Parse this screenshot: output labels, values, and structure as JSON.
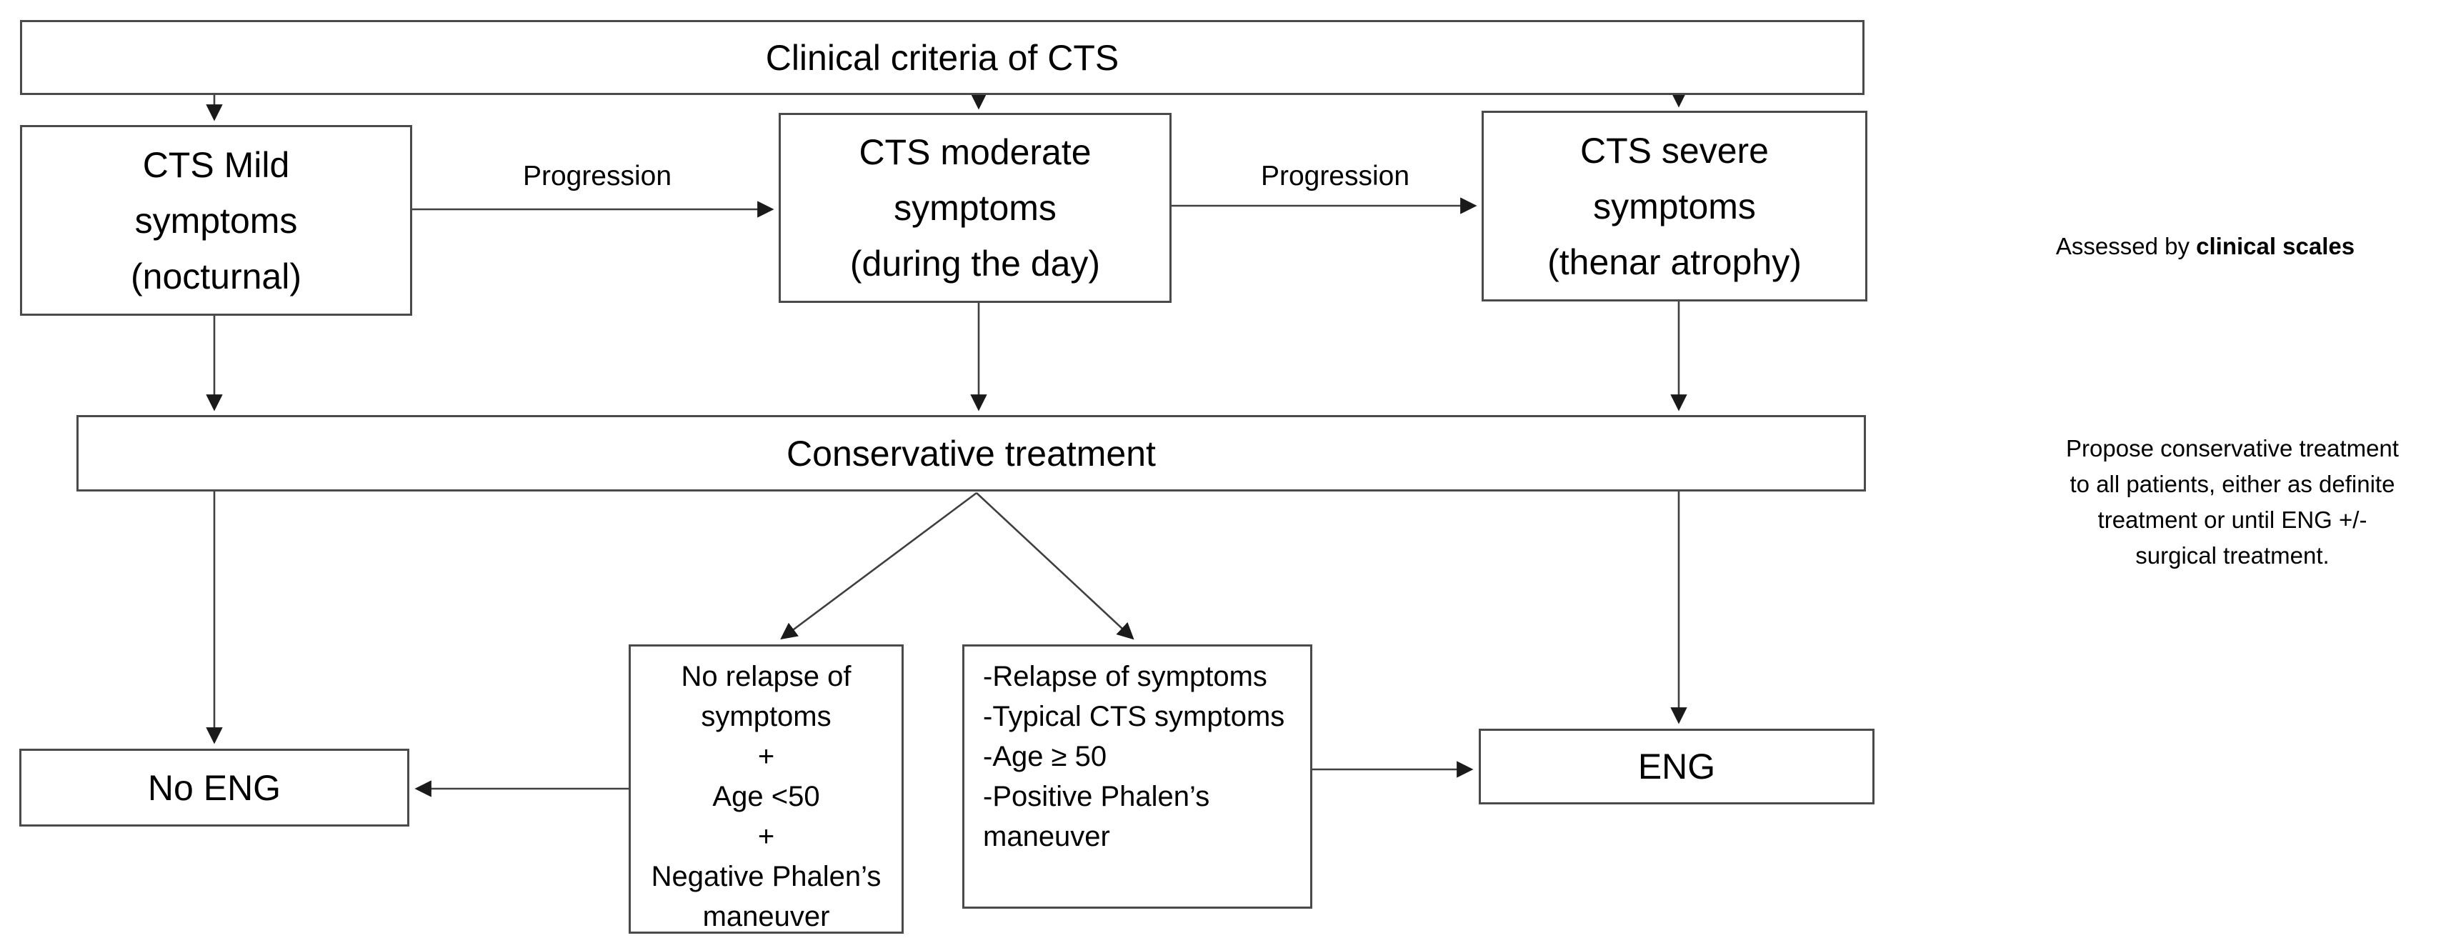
{
  "title_box": "Clinical criteria of CTS",
  "boxes": {
    "mild": [
      "CTS Mild",
      "symptoms",
      "(nocturnal)"
    ],
    "moderate": [
      "CTS moderate",
      "symptoms",
      "(during the day)"
    ],
    "severe": [
      "CTS severe",
      "symptoms",
      "(thenar atrophy)"
    ],
    "conservative": "Conservative treatment",
    "no_relapse": [
      "No relapse of",
      "symptoms",
      "+",
      "Age <50",
      "+",
      "Negative Phalen’s",
      "maneuver"
    ],
    "relapse": [
      "-Relapse of symptoms",
      "-Typical CTS symptoms",
      "-Age ≥ 50",
      "-Positive Phalen’s",
      "maneuver"
    ],
    "no_eng": "No ENG",
    "eng": "ENG"
  },
  "edge_labels": {
    "progression_left": "Progression",
    "progression_right": "Progression"
  },
  "annotations": {
    "assessed_prefix": "Assessed by ",
    "assessed_bold": "clinical scales",
    "propose_lines": [
      "Propose conservative treatment",
      "to all patients, either as definite",
      "treatment or until ENG +/-",
      "surgical treatment."
    ]
  },
  "colors": {
    "background": "#ffffff",
    "box_border": "#4a4a4a",
    "line": "#3f3f3f",
    "text": "#000000"
  }
}
